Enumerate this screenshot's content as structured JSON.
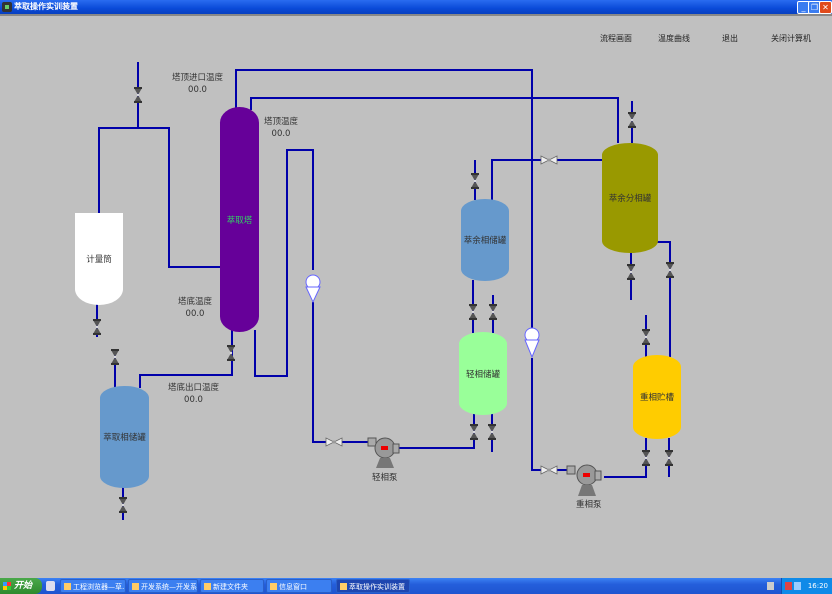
{
  "window": {
    "title": "萃取操作实训装置",
    "controls": {
      "minimize": "_",
      "restore": "❐",
      "close": "✕"
    }
  },
  "menu": [
    "流程画面",
    "温度曲线",
    "退出",
    "关闭计算机"
  ],
  "readouts": [
    {
      "label": "塔顶进口温度",
      "value": "00.0"
    },
    {
      "label": "塔顶温度",
      "value": "00.0"
    },
    {
      "label": "塔底温度",
      "value": "00.0"
    },
    {
      "label": "塔底出口温度",
      "value": "00.0"
    }
  ],
  "equipment": {
    "metering_tank": {
      "label": "计量筒",
      "color": "#ffffff"
    },
    "extraction_column": {
      "label": "萃取塔",
      "color": "#660099",
      "text_color": "#33cc66"
    },
    "extract_storage": {
      "label": "萃取相储罐",
      "color": "#6699cc"
    },
    "raffinate_storage": {
      "label": "萃余相储罐",
      "color": "#6699cc"
    },
    "raffinate_separator": {
      "label": "萃余分相罐",
      "color": "#999900"
    },
    "light_phase_storage": {
      "label": "轻相储罐",
      "color": "#99ff99"
    },
    "heavy_phase_storage": {
      "label": "重相贮槽",
      "color": "#ffcc00"
    },
    "light_pump": {
      "label": "轻相泵"
    },
    "heavy_pump": {
      "label": "重相泵"
    }
  },
  "colors": {
    "pipe": "#0000aa",
    "background": "#c0c0c0"
  },
  "taskbar": {
    "start": "开始",
    "tasks": [
      "工程浏览器—草…",
      "开发系统—开发系统",
      "新建文件夹",
      "信息窗口",
      "萃取操作实训装置"
    ],
    "clock": "16:20"
  }
}
